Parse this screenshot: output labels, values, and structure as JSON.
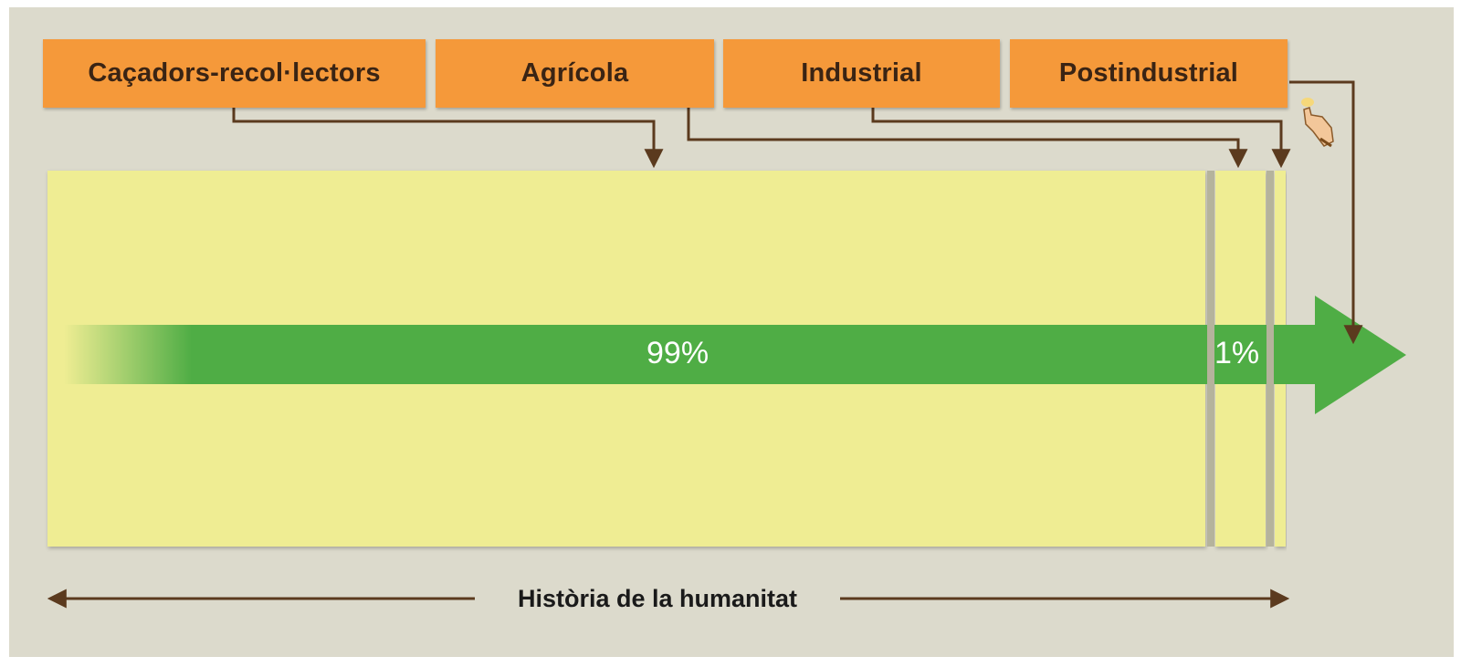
{
  "diagram": {
    "eras": [
      {
        "label": "Caçadors-recol·lectors"
      },
      {
        "label": "Agrícola"
      },
      {
        "label": "Industrial"
      },
      {
        "label": "Postindustrial"
      }
    ],
    "percent_major": "99%",
    "percent_minor": "1%",
    "timeline_label": "Història de la humanitat"
  },
  "colors": {
    "background": "#dcdacc",
    "era_box": "#f5993a",
    "panel": "#efed93",
    "arrow": "#4fad45",
    "connector": "#5b3a1e"
  }
}
